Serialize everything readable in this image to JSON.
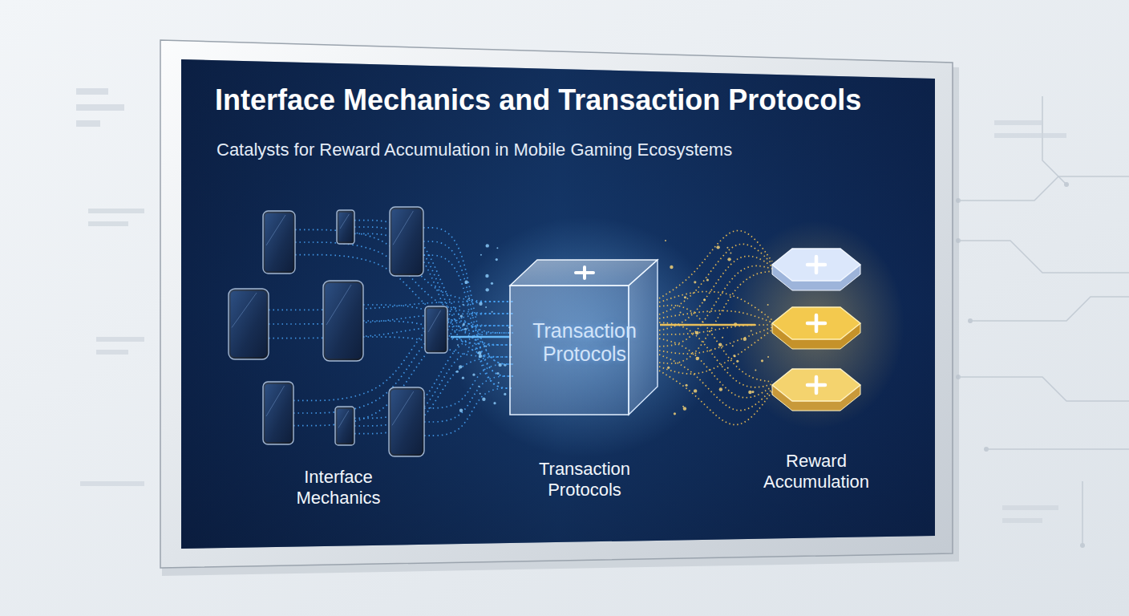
{
  "diagram": {
    "title": "Interface Mechanics and Transaction Protocols",
    "nodes": [
      {
        "text": [
          "Interface Mechanics"
        ]
      },
      {
        "text": [
          "Transaction Protocols",
          "Transaction Protocols"
        ]
      },
      {
        "text": [
          "Reward Accumulation"
        ]
      }
    ],
    "edges": [
      {
        "from": 0,
        "to": 1,
        "arrow": "none"
      },
      {
        "from": 1,
        "to": 2,
        "arrow": "none"
      }
    ],
    "labels": [
      "Catalysts for Reward Accumulation in Mobile Gaming Ecosystems"
    ]
  }
}
